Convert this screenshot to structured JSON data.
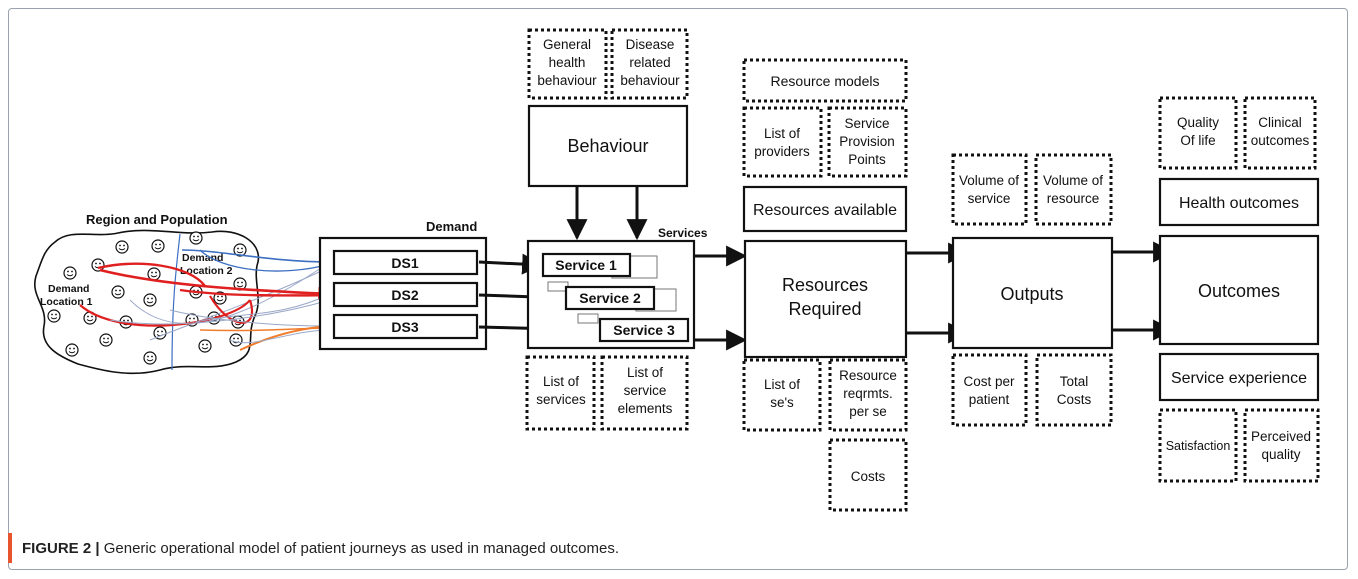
{
  "region": {
    "title": "Region and Population",
    "location1": [
      "Demand",
      "Location 1"
    ],
    "location2": [
      "Demand",
      "Location 2"
    ]
  },
  "demand": {
    "title": "Demand",
    "items": [
      "DS1",
      "DS2",
      "DS3"
    ]
  },
  "services": {
    "title": "Services",
    "items": [
      "Service 1",
      "Service 2",
      "Service 3"
    ],
    "list_of_services": [
      "List of",
      "services"
    ],
    "list_of_service_elements": [
      "List of",
      "service",
      "elements"
    ]
  },
  "behaviour": {
    "title": "Behaviour",
    "general": [
      "General",
      "health",
      "behaviour"
    ],
    "disease": [
      "Disease",
      "related",
      "behaviour"
    ]
  },
  "resources": {
    "models": "Resource models",
    "providers": [
      "List of",
      "providers"
    ],
    "provision_points": [
      "Service",
      "Provision",
      "Points"
    ],
    "available": "Resources available",
    "required": [
      "Resources",
      "Required"
    ],
    "list_of_ses": [
      "List of",
      "se's"
    ],
    "reqrmts": [
      "Resource",
      "reqrmts.",
      "per se"
    ],
    "costs": "Costs"
  },
  "outputs": {
    "title": "Outputs",
    "volume_service": [
      "Volume of",
      "service"
    ],
    "volume_resource": [
      "Volume of",
      "resource"
    ],
    "cost_per_patient": [
      "Cost per",
      "patient"
    ],
    "total_costs": [
      "Total",
      "Costs"
    ]
  },
  "outcomes": {
    "title": "Outcomes",
    "quality_of_life": [
      "Quality",
      "Of life"
    ],
    "clinical": [
      "Clinical",
      "outcomes"
    ],
    "health_outcomes": "Health outcomes",
    "service_experience": "Service experience",
    "satisfaction": "Satisfaction",
    "perceived_quality": [
      "Perceived",
      "quality"
    ]
  },
  "caption": {
    "label": "FIGURE 2 |",
    "text": " Generic operational model of patient journeys as used in managed outcomes."
  },
  "colors": {
    "blue": "#3d6fc2",
    "red": "#e02020",
    "orange": "#ef7d2c",
    "thin_gray": "#9aa8c8",
    "caption_accent": "#e8542e"
  }
}
